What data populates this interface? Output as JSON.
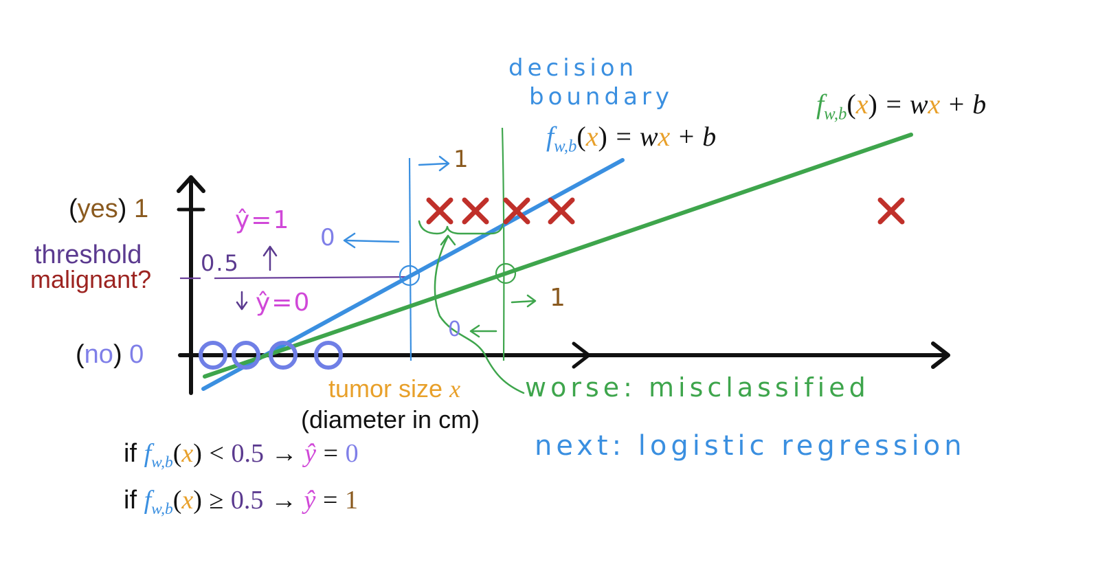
{
  "colors": {
    "blue": "#3a8fe0",
    "green": "#3ea54c",
    "red": "#c0302a",
    "orange": "#e8a02a",
    "purple": "#5b3a8f",
    "magenta": "#d048d8",
    "lavender": "#7f7fe8",
    "brown": "#8a5a1f",
    "dark_red": "#9c2320",
    "black": "#111111"
  },
  "axes": {
    "y_yes_word": "yes",
    "y_yes_value": "1",
    "y_no_word": "no",
    "y_no_value": "0",
    "x_label_text": "tumor size",
    "x_label_var": "x",
    "x_unit": "(diameter in cm)"
  },
  "threshold": {
    "label": "threshold",
    "question": "malignant?",
    "value": "0.5",
    "above": "ŷ=1",
    "below": "ŷ=0"
  },
  "decision_boundary": {
    "line1": "decision",
    "line2": "boundary",
    "left_value": "0",
    "right_value": "1"
  },
  "green_boundary": {
    "left_value": "0",
    "right_value": "1"
  },
  "formula_blue": {
    "f": "f",
    "sub": "w,b",
    "x": "x",
    "rest_a": " = w",
    "rest_b": " + b"
  },
  "formula_green": {
    "f": "f",
    "sub": "w,b",
    "x": "x",
    "rest_a": " = w",
    "rest_b": " + b"
  },
  "annotation_worse": "worse: misclassified",
  "annotation_next": "next: logistic regression",
  "rule1": {
    "if": "if",
    "f": "f",
    "sub": "w,b",
    "x": "x",
    "op": "<",
    "t": "0.5",
    "arrow": "→",
    "yhat": "ŷ",
    "eq": "=",
    "y": "0"
  },
  "rule2": {
    "if": "if",
    "f": "f",
    "sub": "w,b",
    "x": "x",
    "op": "≥",
    "t": "0.5",
    "arrow": "→",
    "yhat": "ŷ",
    "eq": "=",
    "y": "1"
  },
  "data_points": {
    "negative_class": [
      1,
      2,
      3,
      4
    ],
    "positive_class": [
      1,
      2,
      3,
      4,
      5
    ]
  }
}
